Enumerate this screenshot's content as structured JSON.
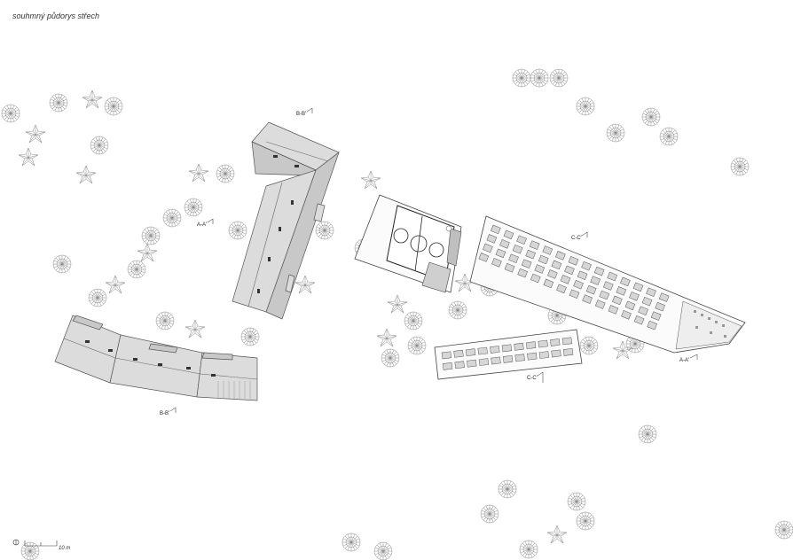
{
  "title": "souhmný půdorys střech",
  "section_labels": {
    "bb_top": "B-B'",
    "bb_bottom": "B-B'",
    "aa_left": "A-A'",
    "aa_right": "A-A'",
    "cc_top": "C-C'",
    "cc_bottom": "C-C'"
  },
  "scale_bar": {
    "label": "10 m"
  },
  "colors": {
    "roof": "#dcdcdc",
    "outline": "#444444",
    "tree": "#8a8a8a"
  }
}
